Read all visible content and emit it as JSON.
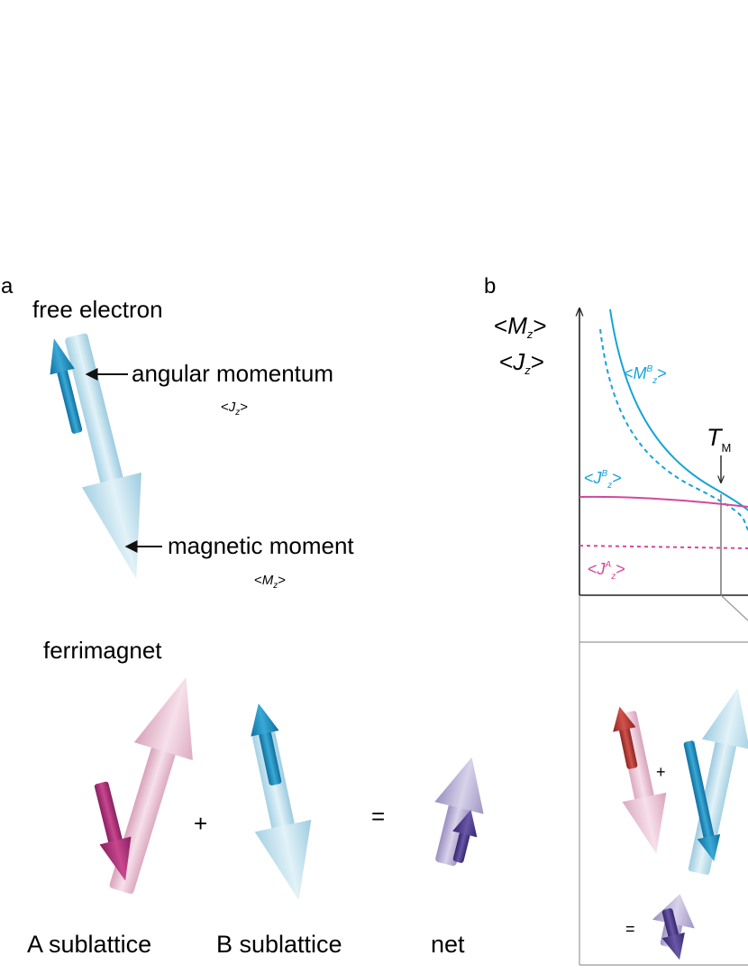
{
  "panel_a": {
    "label": "a",
    "free_electron": {
      "title": "free electron",
      "angular_label": "angular momentum",
      "angular_symbol": {
        "open": "<",
        "var": "J",
        "sub": "z",
        "close": ">"
      },
      "magnetic_label": "magnetic moment",
      "magnetic_symbol": {
        "open": "<",
        "var": "M",
        "sub": "z",
        "close": ">"
      }
    },
    "ferrimagnet": {
      "title": "ferrimagnet",
      "plus": "+",
      "equals": "=",
      "labels": [
        "A sublattice",
        "B sublattice",
        "net"
      ]
    }
  },
  "panel_b": {
    "label": "b",
    "y_axis_top": {
      "open": "<",
      "var": "M",
      "sub": "z",
      "close": ">"
    },
    "y_axis_bottom": {
      "open": "<",
      "var": "J",
      "sub": "z",
      "close": ">"
    },
    "curve_labels": {
      "MB": {
        "open": "<",
        "var": "M",
        "sup": "B",
        "sub": "z",
        "close": ">"
      },
      "JB": {
        "open": "<",
        "var": "J",
        "sup": "B",
        "sub": "z",
        "close": ">"
      },
      "JA": {
        "open": "<",
        "var": "J",
        "sup": "A",
        "sub": "z",
        "close": ">"
      }
    },
    "TM": {
      "var": "T",
      "sub": "M"
    },
    "plus": "+",
    "equals": "="
  },
  "colors": {
    "cyan": "#16a3d9",
    "magenta": "#d3489b",
    "blue_light": "#b6dcea",
    "blue_dark": "#1a86b8",
    "pink_light": "#e9bcd0",
    "pink_dark": "#a42a78",
    "red_dark": "#b83c3a",
    "purple_light": "#b3a9cf",
    "purple_dark": "#4d3a8c"
  }
}
